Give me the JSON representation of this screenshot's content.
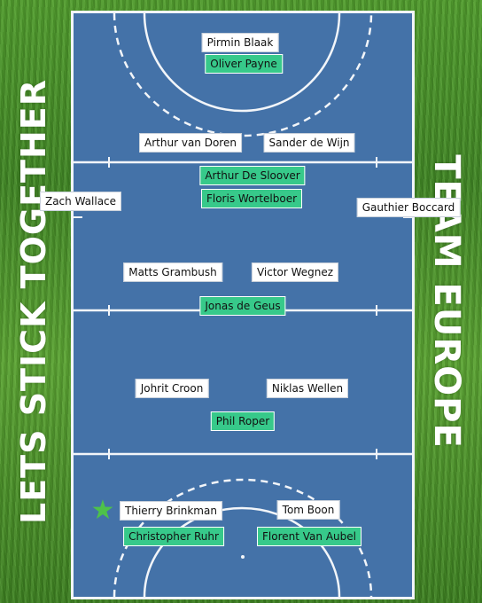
{
  "side_text": {
    "left": "LETS STICK TOGETHER",
    "right": "TEAM EUROPE"
  },
  "players": [
    {
      "name": "Pirmin Blaak",
      "style": "white"
    },
    {
      "name": "Oliver Payne",
      "style": "green"
    },
    {
      "name": "Arthur van Doren",
      "style": "white"
    },
    {
      "name": "Sander de Wijn",
      "style": "white"
    },
    {
      "name": "Arthur De Sloover",
      "style": "green"
    },
    {
      "name": "Floris Wortelboer",
      "style": "green"
    },
    {
      "name": "Zach Wallace",
      "style": "white"
    },
    {
      "name": "Gauthier Boccard",
      "style": "white"
    },
    {
      "name": "Matts Grambush",
      "style": "white"
    },
    {
      "name": "Victor Wegnez",
      "style": "white"
    },
    {
      "name": "Jonas de Geus",
      "style": "green"
    },
    {
      "name": "Johrit Croon",
      "style": "white"
    },
    {
      "name": "Niklas Wellen",
      "style": "white"
    },
    {
      "name": "Phil Roper",
      "style": "green"
    },
    {
      "name": "Thierry Brinkman",
      "style": "white"
    },
    {
      "name": "Tom Boon",
      "style": "white"
    },
    {
      "name": "Christopher Ruhr",
      "style": "green"
    },
    {
      "name": "Florent Van Aubel",
      "style": "green"
    }
  ],
  "star_icon": "star-icon",
  "colors": {
    "pitch": "#4472a8",
    "green_label": "#37c98a",
    "star": "#4ec24a"
  }
}
